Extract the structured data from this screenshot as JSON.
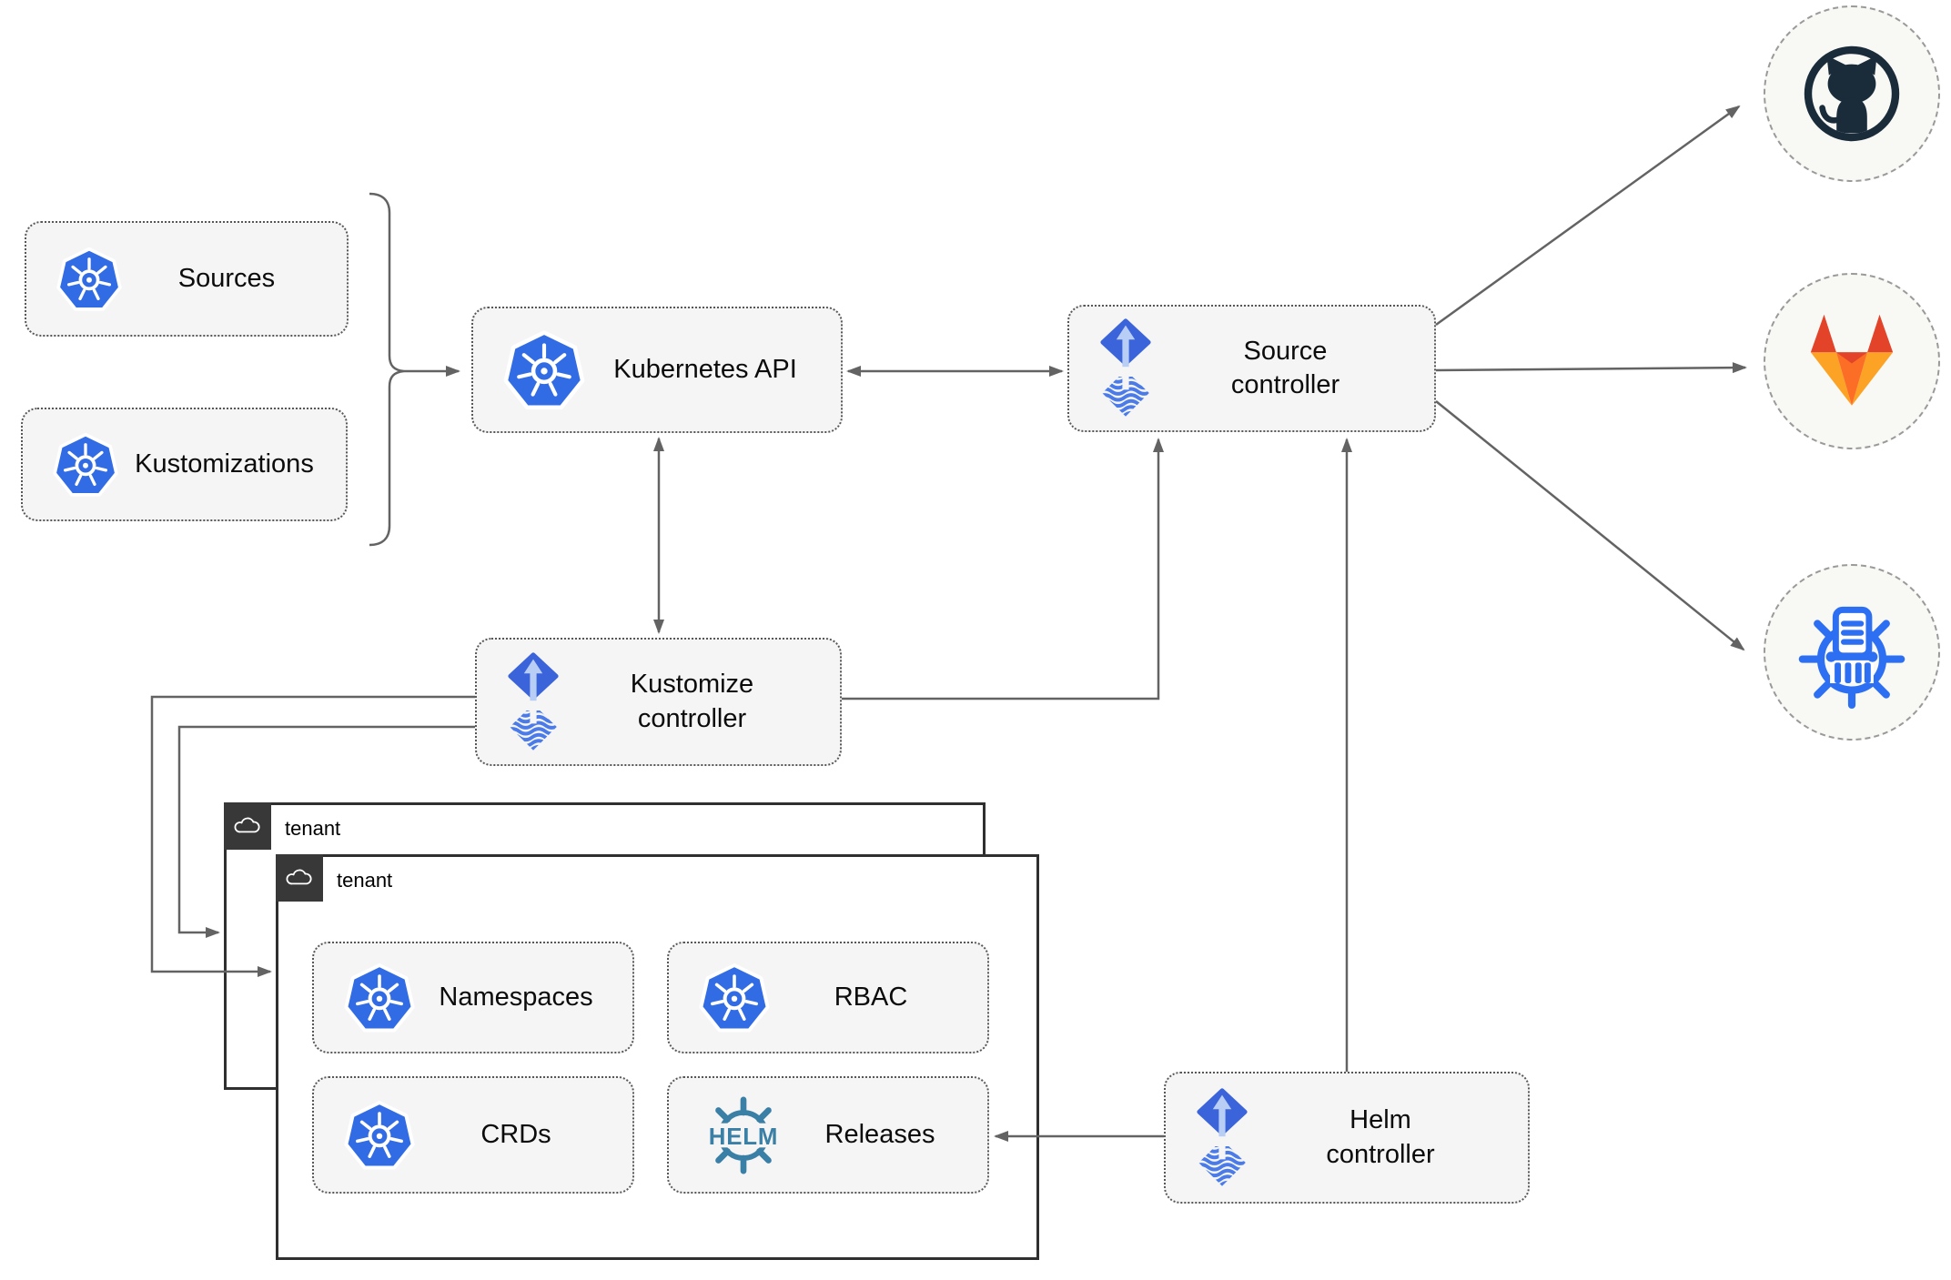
{
  "nodes": {
    "sources": {
      "label": "Sources"
    },
    "kustomizations": {
      "label": "Kustomizations"
    },
    "kubernetes_api": {
      "label": "Kubernetes API"
    },
    "source_controller": {
      "label": "Source\ncontroller"
    },
    "kustomize_controller": {
      "label": "Kustomize\ncontroller"
    },
    "helm_controller": {
      "label": "Helm\ncontroller"
    },
    "tenant_back": {
      "label": "tenant"
    },
    "tenant_front": {
      "label": "tenant"
    },
    "namespaces": {
      "label": "Namespaces"
    },
    "rbac": {
      "label": "RBAC"
    },
    "crds": {
      "label": "CRDs"
    },
    "releases": {
      "label": "Releases"
    }
  },
  "icons": {
    "kubernetes": "kubernetes-logo",
    "flux": "flux-logo",
    "helm_text": "HELM",
    "github": "github-logo",
    "gitlab": "gitlab-logo",
    "helm_repository": "helm-repository-museum-logo",
    "cloud": "cloud-icon"
  },
  "colors": {
    "kubernetes_blue": "#326CE5",
    "flux_blue": "#3B64DA",
    "flux_light_arrow": "#B9CEF5",
    "flux_wave_blue": "#4A7BE8",
    "helm_teal": "#3A7FA5",
    "github_dark": "#1A2B3A",
    "gitlab_dark_orange": "#E24329",
    "gitlab_orange": "#FC6D26",
    "gitlab_yellow": "#FCA326",
    "registry_blue": "#2D6FF3",
    "connector_gray": "#636363",
    "node_fill": "#F5F5F5",
    "tenant_border": "#2F2F2F",
    "tenant_header_bg": "#383838",
    "endpoint_fill": "#F8F8F5",
    "endpoint_border": "#9A9A9A"
  }
}
